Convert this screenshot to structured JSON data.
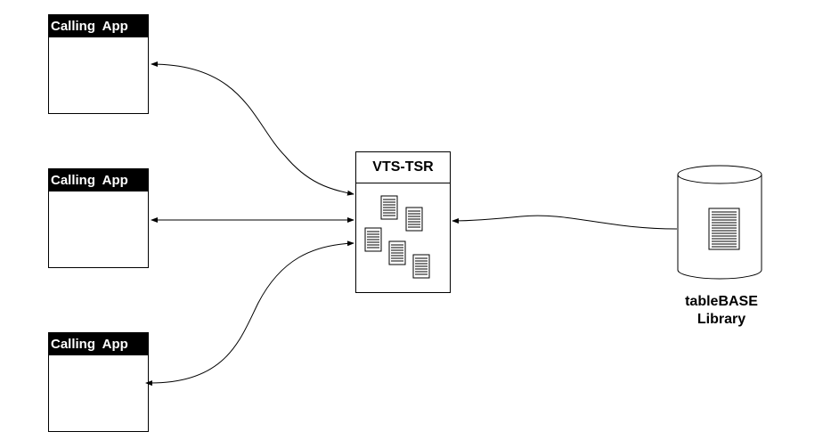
{
  "calling_apps": [
    {
      "title": "Calling App"
    },
    {
      "title": "Calling App"
    },
    {
      "title": "Calling App"
    }
  ],
  "tsr": {
    "title": "VTS-TSR"
  },
  "library": {
    "line1": "tableBASE",
    "line2": "Library"
  },
  "colors": {
    "stroke": "#000000",
    "header_bg": "#000000",
    "header_text": "#ffffff",
    "background": "#ffffff"
  }
}
